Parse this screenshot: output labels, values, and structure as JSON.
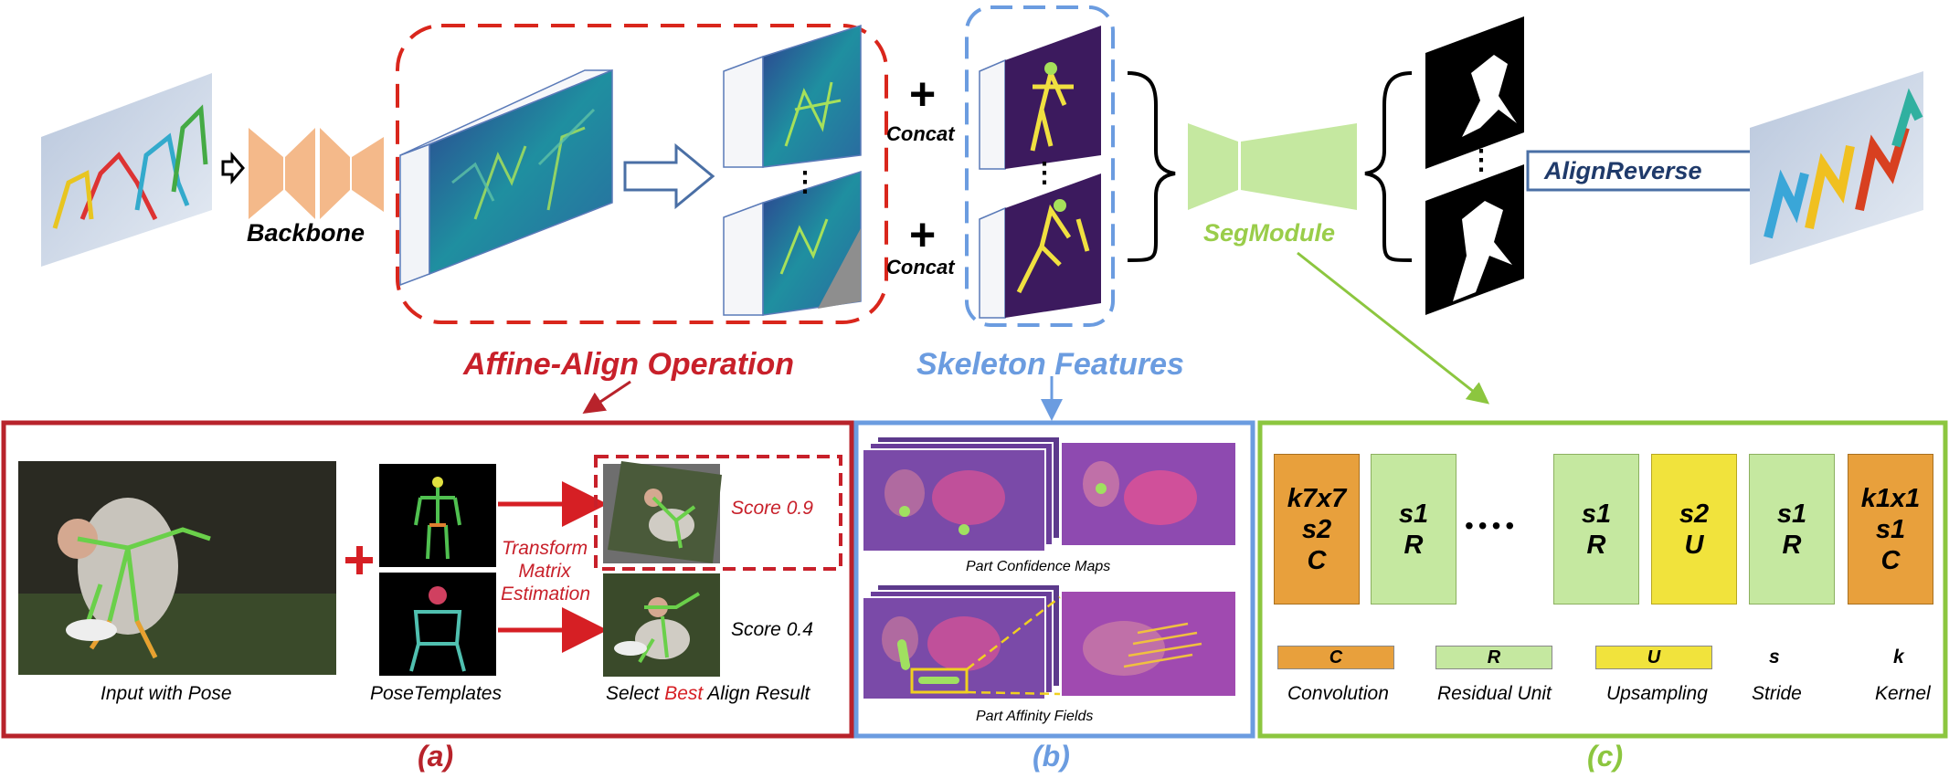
{
  "top": {
    "backbone_label": "Backbone",
    "concat_label_1": "Concat",
    "concat_label_2": "Concat",
    "segmodule_label": "SegModule",
    "alignreverse_label": "AlignReverse",
    "affine_title": "Affine-Align Operation",
    "skeleton_title": "Skeleton Features",
    "plus_1": "+",
    "plus_2": "+",
    "dots_1": "⋮",
    "dots_2": "⋮",
    "dots_3": "⋮"
  },
  "panel_a": {
    "caption": "(a)",
    "input_label": "Input with Pose",
    "templates_label": "PoseTemplates",
    "select_pre": "Select ",
    "select_best": "Best",
    "select_post": " Align Result",
    "transform_label_1": "Transform",
    "transform_label_2": "Matrix",
    "transform_label_3": "Estimation",
    "score_best": "Score 0.9",
    "score_other": "Score 0.4",
    "plus": "+"
  },
  "panel_b": {
    "caption": "(b)",
    "confidence_label": "Part Confidence Maps",
    "affinity_label": "Part Affinity Fields"
  },
  "panel_c": {
    "caption": "(c)",
    "blocks": [
      {
        "line1": "k7x7",
        "line2": "s2",
        "line3": "C"
      },
      {
        "line1": "s1",
        "line2": "R"
      },
      {
        "line1": "s1",
        "line2": "R"
      },
      {
        "line1": "s2",
        "line2": "U"
      },
      {
        "line1": "s1",
        "line2": "R"
      },
      {
        "line1": "k1x1",
        "line2": "s1",
        "line3": "C"
      }
    ],
    "ellipsis": "••••",
    "legend": [
      {
        "symbol": "C",
        "text": "Convolution"
      },
      {
        "symbol": "R",
        "text": "Residual Unit"
      },
      {
        "symbol": "U",
        "text": "Upsampling"
      },
      {
        "symbol": "s",
        "text": "Stride"
      },
      {
        "symbol": "k",
        "text": "Kernel"
      }
    ]
  },
  "colors": {
    "red": "#c8202a",
    "blue": "#6b9ce0",
    "green": "#8cc63f",
    "orange": "#e8a03c",
    "yellow": "#f1e33c",
    "lightgreen": "#c5e8a0",
    "backbone": "#f4b98a",
    "darkblue_arrow": "#4a6fa5"
  }
}
